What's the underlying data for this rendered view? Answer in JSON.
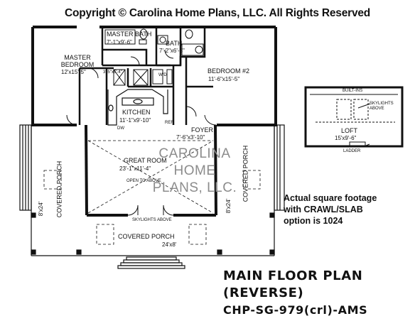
{
  "copyright": "Copyright © Carolina Home Plans, LLC. All Rights Reserved",
  "rooms": {
    "master_bath": {
      "name": "MASTER BATH",
      "dim": "7'-1\"x9'-6\""
    },
    "bath": {
      "name": "BATH",
      "dim": "7'-2\"x6'-3\""
    },
    "master_bedroom": {
      "name": "MASTER BEDROOM",
      "dim": "12'x15'-5\""
    },
    "bedroom2": {
      "name": "BEDROOM #2",
      "dim": "11'-6\"x15'-5\""
    },
    "closet": {
      "dim": "3'-5\"x5'-4\""
    },
    "kitchen": {
      "name": "KITCHEN",
      "dim": "11'-1\"x9'-10\""
    },
    "foyer": {
      "name": "FOYER",
      "dim": "7'-6\"x3'-10\""
    },
    "great_room": {
      "name": "GREAT ROOM",
      "dim": "23'-1\"x11'-4\"",
      "note": "OPEN TO ABOVE"
    },
    "covered_porch_left": {
      "dim": "8'x24'",
      "name": "COVERED PORCH"
    },
    "covered_porch_right": {
      "dim": "8'x24'",
      "name": "COVERED PORCH"
    },
    "covered_porch_bottom": {
      "name": "COVERED PORCH",
      "dim": "24'x8'"
    },
    "skylights": "SKYLIGHTS ABOVE",
    "loft": {
      "name": "LOFT",
      "dim": "15'x9'-6\"",
      "builtins": "BUILT-INS",
      "skylights": "SKYLIGHTS ABOVE",
      "ladder": "LADDER"
    }
  },
  "labels": {
    "dw": "DW",
    "wd": "W/D",
    "ref": "REF"
  },
  "watermark": [
    "CAROLINA",
    "HOME",
    "PLANS, LLC."
  ],
  "note": [
    "Actual square footage",
    "with CRAWL/SLAB",
    "option is 1024"
  ],
  "title": [
    "MAIN FLOOR PLAN",
    "(REVERSE)",
    "CHP-SG-979(crl)-AMS"
  ]
}
